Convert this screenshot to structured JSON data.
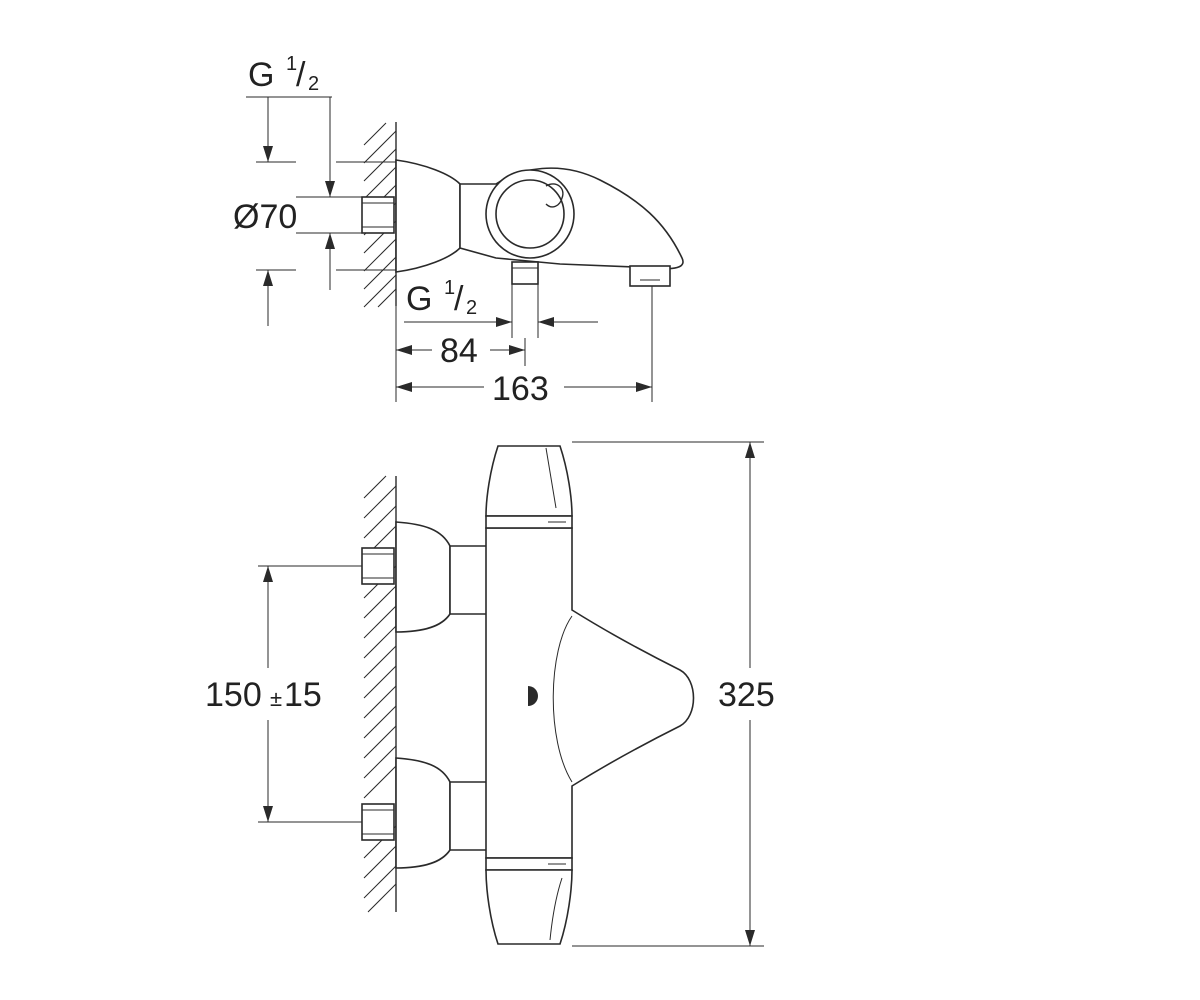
{
  "top_view": {
    "thread_top": {
      "g": "G",
      "num": "1",
      "den": "2"
    },
    "thread_outlet": {
      "g": "G",
      "num": "1",
      "den": "2"
    },
    "diameter": "Ø70",
    "outlet_offset": "84",
    "depth": "163"
  },
  "front_view": {
    "center_distance": {
      "nominal": "150",
      "pm": "±",
      "tol": "15"
    },
    "height": "325"
  }
}
